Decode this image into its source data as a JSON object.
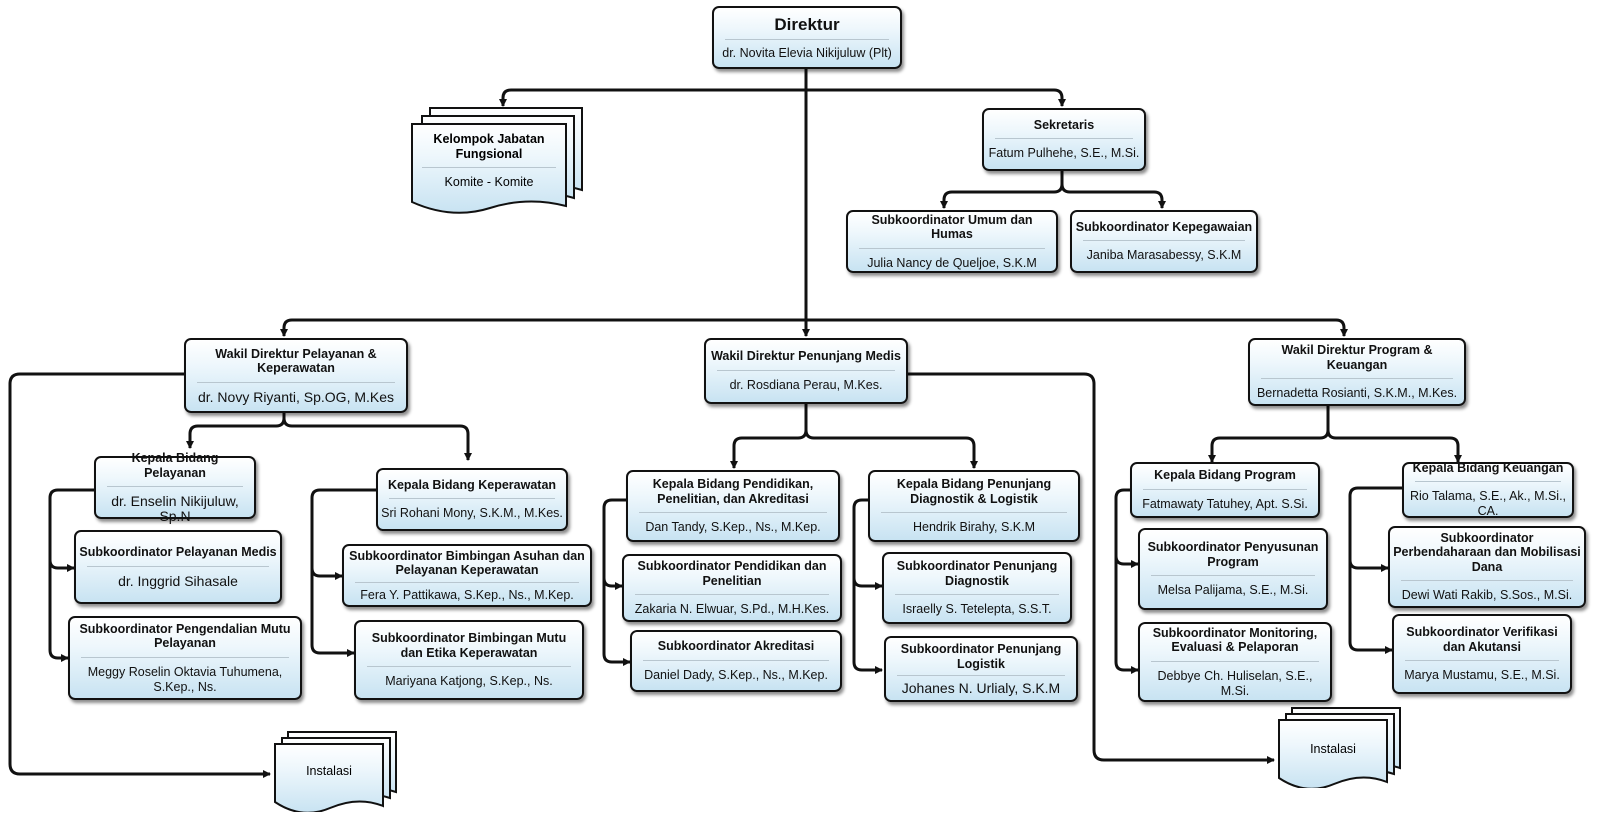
{
  "direktur": {
    "title": "Direktur",
    "name": "dr. Novita Elevia Nikijuluw (Plt)"
  },
  "kelompok": {
    "title": "Kelompok Jabatan Fungsional",
    "name": "Komite - Komite"
  },
  "sekretaris": {
    "title": "Sekretaris",
    "name": "Fatum Pulhehe, S.E., M.Si."
  },
  "sub_umum": {
    "title": "Subkoordinator Umum dan Humas",
    "name": "Julia Nancy de Queljoe, S.K.M"
  },
  "sub_kepeg": {
    "title": "Subkoordinator Kepegawaian",
    "name": "Janiba Marasabessy, S.K.M"
  },
  "wadir_pelayanan": {
    "title": "Wakil Direktur Pelayanan & Keperawatan",
    "name": "dr. Novy Riyanti, Sp.OG, M.Kes"
  },
  "wadir_penunjang": {
    "title": "Wakil Direktur Penunjang Medis",
    "name": "dr. Rosdiana Perau, M.Kes."
  },
  "wadir_program": {
    "title": "Wakil Direktur Program & Keuangan",
    "name": "Bernadetta Rosianti, S.K.M., M.Kes."
  },
  "kabid_pelayanan": {
    "title": "Kepala Bidang Pelayanan",
    "name": "dr. Enselin Nikijuluw, Sp.N"
  },
  "sub_pel_medis": {
    "title": "Subkoordinator Pelayanan Medis",
    "name": "dr. Inggrid Sihasale"
  },
  "sub_pengendalian": {
    "title": "Subkoordinator Pengendalian Mutu Pelayanan",
    "name": "Meggy Roselin Oktavia Tuhumena, S.Kep., Ns."
  },
  "kabid_keperawatan": {
    "title": "Kepala Bidang Keperawatan",
    "name": "Sri Rohani Mony, S.K.M., M.Kes."
  },
  "sub_asuhan": {
    "title": "Subkoordinator Bimbingan Asuhan dan Pelayanan Keperawatan",
    "name": "Fera Y. Pattikawa, S.Kep., Ns., M.Kep."
  },
  "sub_mutu_etika": {
    "title": "Subkoordinator Bimbingan Mutu dan Etika Keperawatan",
    "name": "Mariyana Katjong, S.Kep., Ns."
  },
  "kabid_pendidikan": {
    "title": "Kepala Bidang Pendidikan, Penelitian, dan Akreditasi",
    "name": "Dan Tandy, S.Kep., Ns., M.Kep."
  },
  "sub_pendidikan": {
    "title": "Subkoordinator Pendidikan dan Penelitian",
    "name": "Zakaria N. Elwuar, S.Pd., M.H.Kes."
  },
  "sub_akreditasi": {
    "title": "Subkoordinator Akreditasi",
    "name": "Daniel Dady, S.Kep., Ns., M.Kep."
  },
  "kabid_penunjang": {
    "title": "Kepala Bidang Penunjang Diagnostik & Logistik",
    "name": "Hendrik Birahy, S.K.M"
  },
  "sub_diagnostik": {
    "title": "Subkoordinator Penunjang Diagnostik",
    "name": "Israelly S. Tetelepta, S.S.T."
  },
  "sub_logistik": {
    "title": "Subkoordinator Penunjang Logistik",
    "name": "Johanes N. Urlialy, S.K.M"
  },
  "kabid_program": {
    "title": "Kepala Bidang Program",
    "name": "Fatmawaty Tatuhey, Apt. S.Si."
  },
  "sub_penyusunan": {
    "title": "Subkoordinator Penyusunan Program",
    "name": "Melsa Palijama, S.E., M.Si."
  },
  "sub_monev": {
    "title": "Subkoordinator Monitoring, Evaluasi & Pelaporan",
    "name": "Debbye Ch. Huliselan, S.E., M.Si."
  },
  "kabid_keuangan": {
    "title": "Kepala Bidang Keuangan",
    "name": "Rio Talama, S.E., Ak., M.Si., CA."
  },
  "sub_perbendaharaan": {
    "title": "Subkoordinator Perbendaharaan dan Mobilisasi Dana",
    "name": "Dewi Wati Rakib, S.Sos., M.Si."
  },
  "sub_verifikasi": {
    "title": "Subkoordinator Verifikasi dan Akutansi",
    "name": "Marya Mustamu, S.E., M.Si."
  },
  "instalasi_left": {
    "label": "Instalasi"
  },
  "instalasi_right": {
    "label": "Instalasi"
  }
}
